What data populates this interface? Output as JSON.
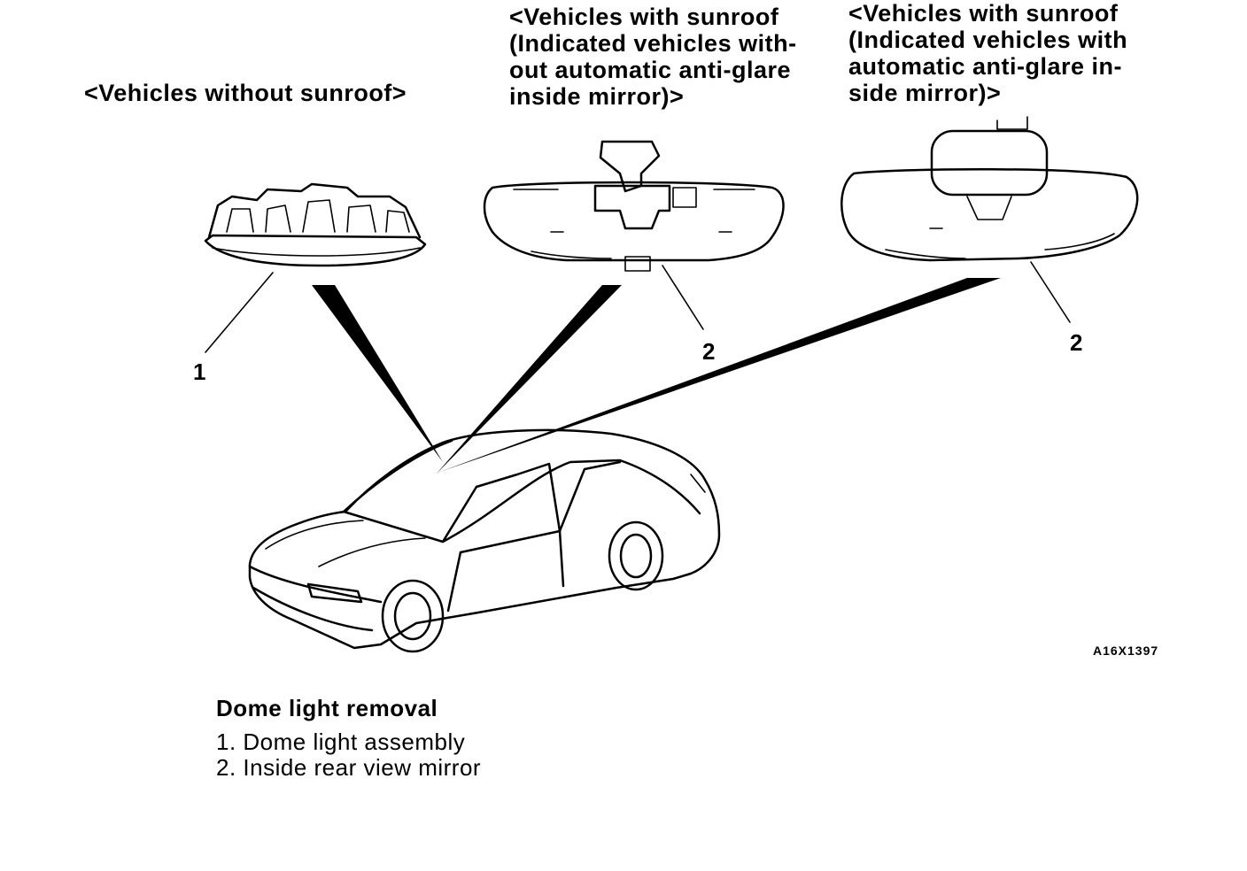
{
  "captions": {
    "without_sunroof": "<Vehicles without sunroof>",
    "with_sunroof_no_antiglare": "<Vehicles with sunroof\n(Indicated vehicles with-\nout automatic anti-glare\ninside mirror)>",
    "with_sunroof_antiglare": "<Vehicles with sunroof\n(Indicated vehicles with\nautomatic anti-glare in-\nside mirror)>"
  },
  "callouts": {
    "dome_light": "1",
    "mirror_standard": "2",
    "mirror_antiglare": "2"
  },
  "figure_code": "A16X1397",
  "legend": {
    "title": "Dome light removal",
    "items": [
      "1. Dome light assembly",
      "2. Inside rear view mirror"
    ]
  }
}
